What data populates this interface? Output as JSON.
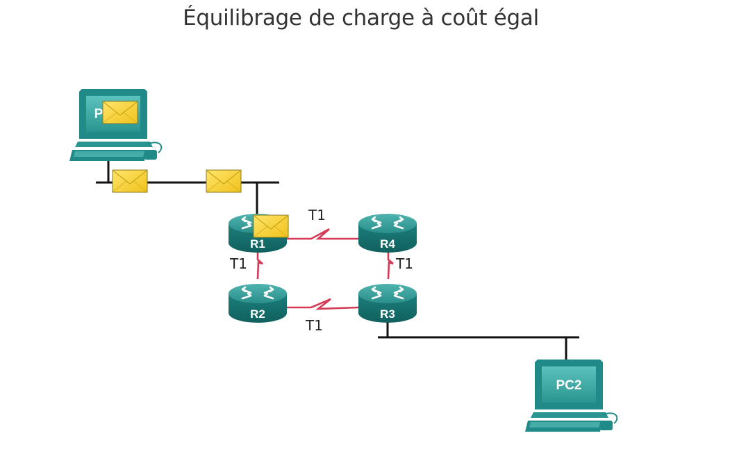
{
  "title": "Équilibrage de charge à coût égal",
  "devices": {
    "pc1_label": "P",
    "pc2_label": "PC2",
    "r1": "R1",
    "r2": "R2",
    "r3": "R3",
    "r4": "R4"
  },
  "links": {
    "r1_r4": "T1",
    "r1_r2": "T1",
    "r4_r3": "T1",
    "r2_r3": "T1"
  },
  "colors": {
    "device": "#1f8a87",
    "device_dark": "#146e6c",
    "serial_link": "#d23a55",
    "ethernet": "#111111",
    "packet": "#f6cc2a"
  },
  "icons": [
    "pc-icon",
    "router-icon",
    "envelope-icon"
  ]
}
